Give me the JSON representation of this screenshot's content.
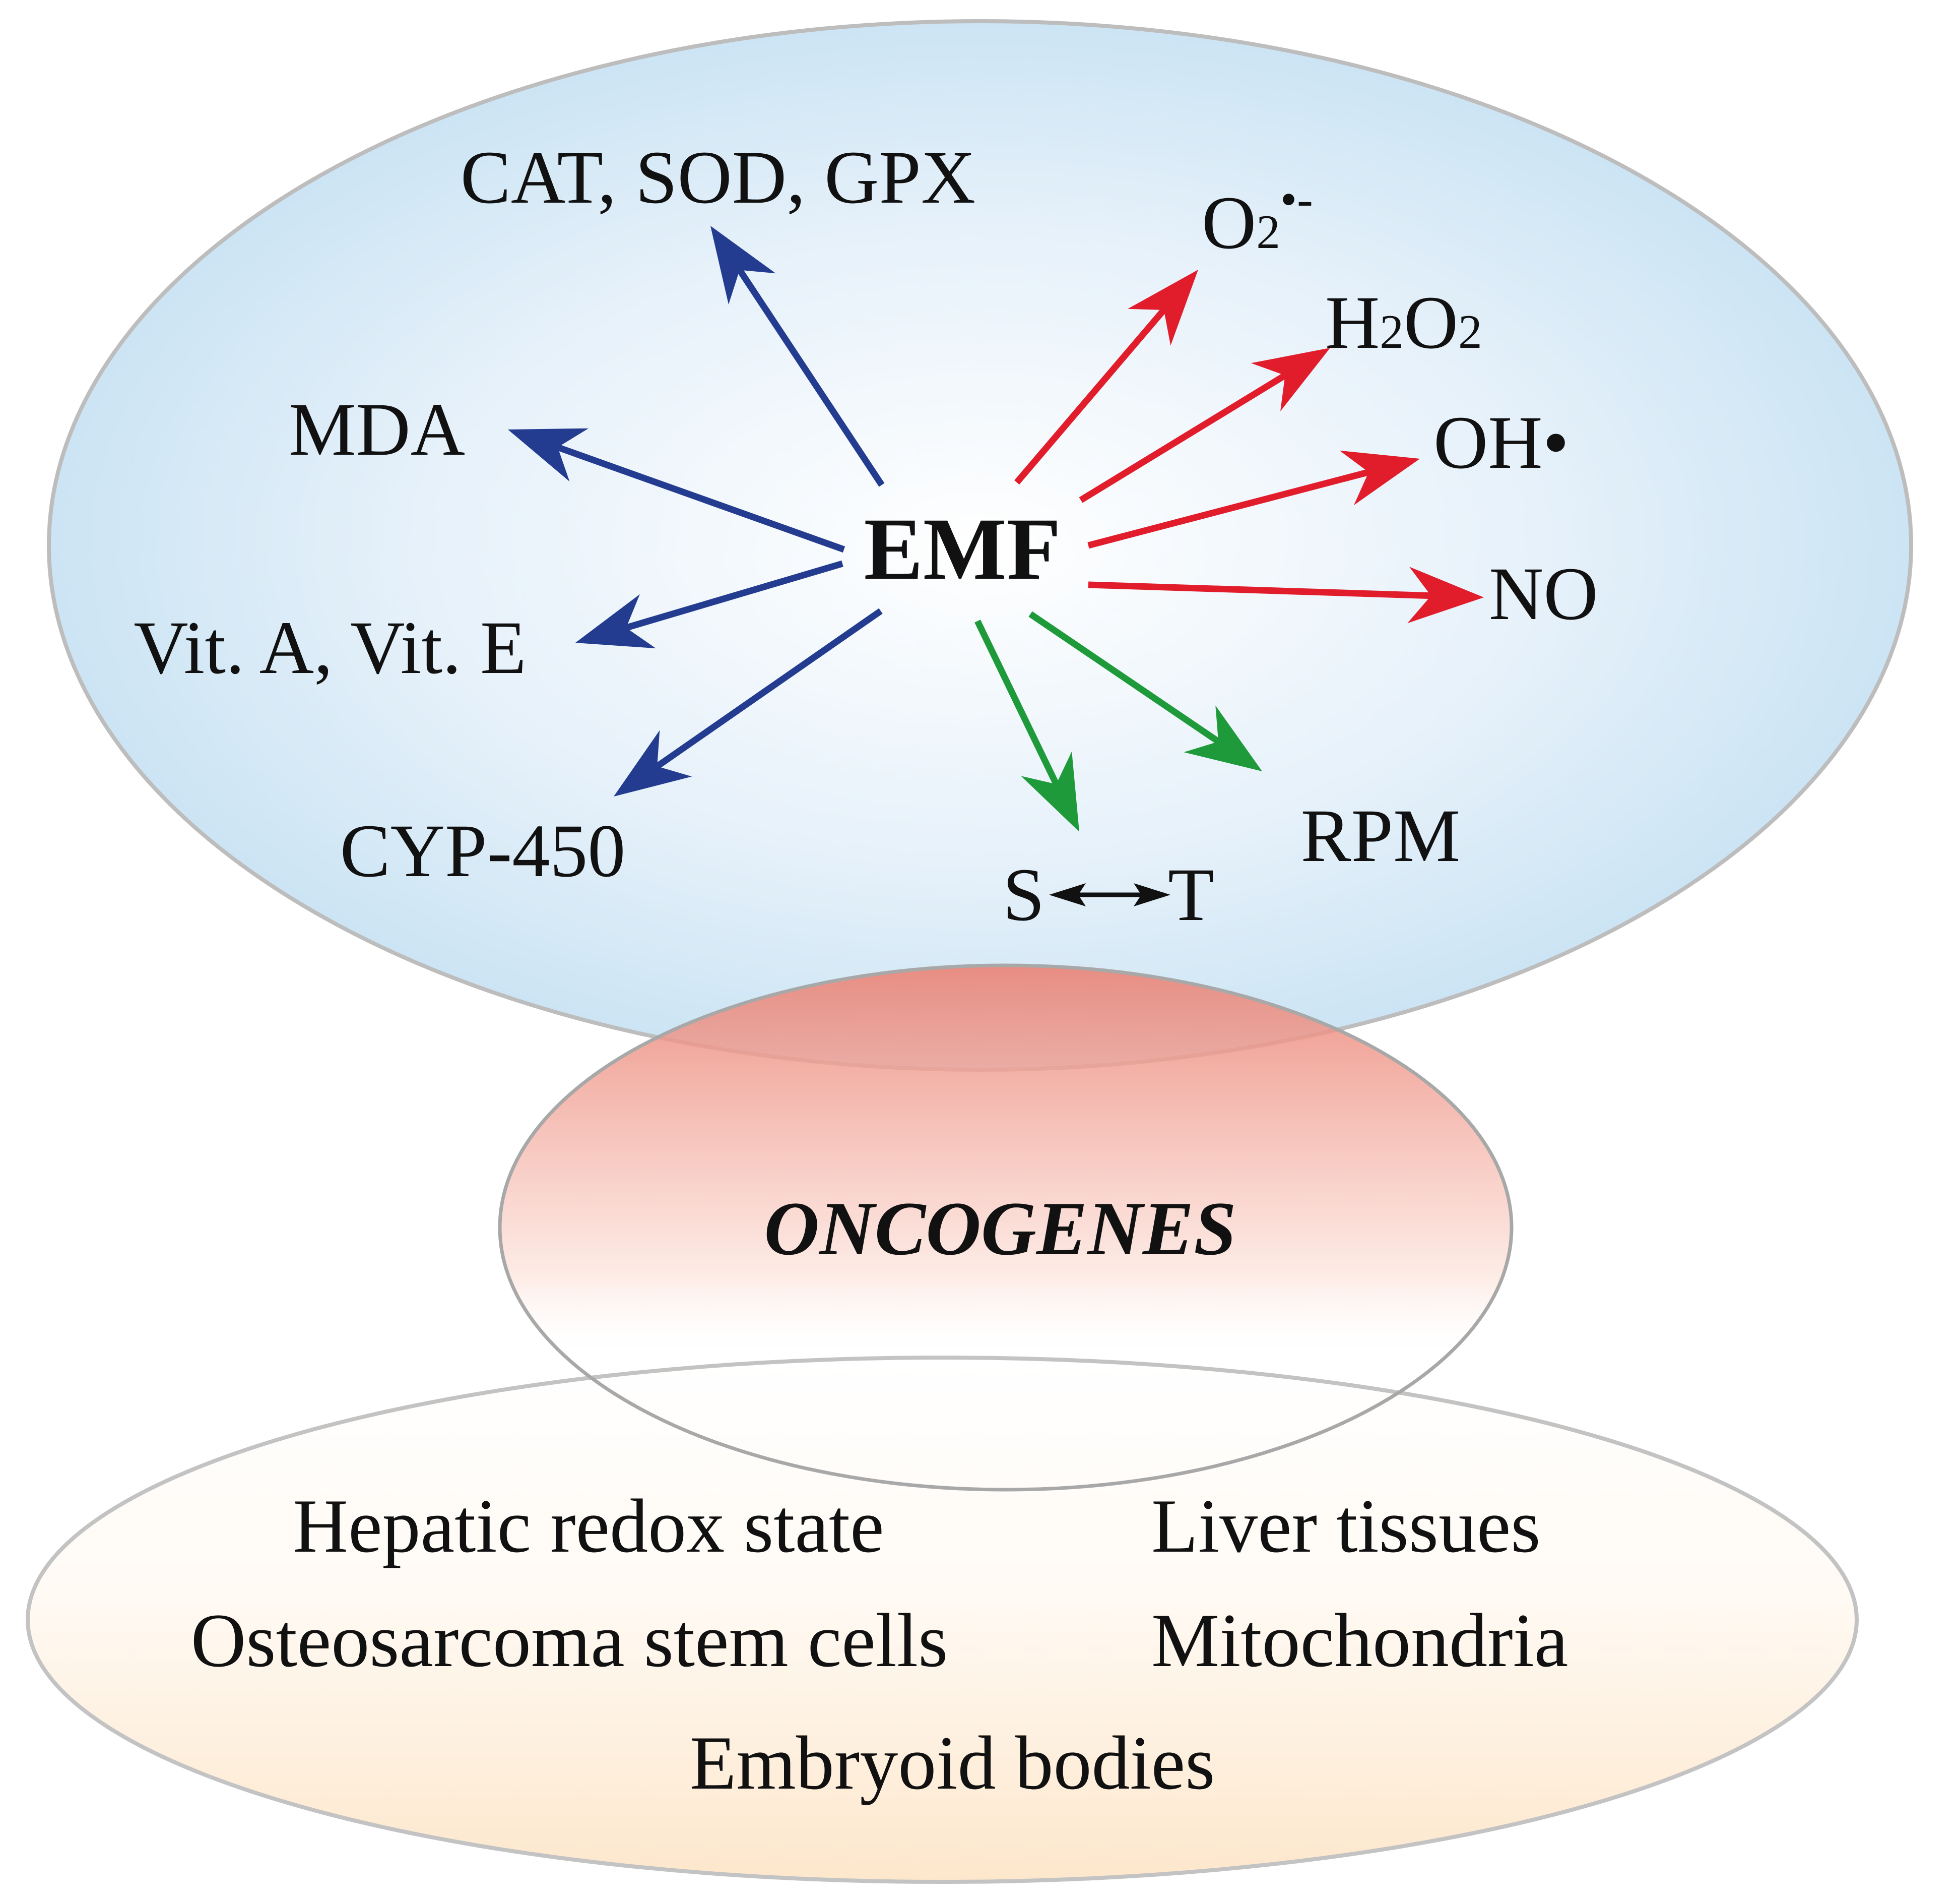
{
  "center": {
    "label": "EMF"
  },
  "colors": {
    "decrease": "#233c8f",
    "ros": "#e11d2c",
    "other": "#1e9a3a",
    "outline": "#bdbdbd"
  },
  "decreased": [
    "CAT, SOD, GPX",
    "MDA",
    "Vit. A, Vit. E",
    "CYP-450"
  ],
  "ros": {
    "superoxide": {
      "base": "O",
      "sub": "2",
      "sup": "•-"
    },
    "peroxide": {
      "p1": "H",
      "s1": "2",
      "p2": "O",
      "s2": "2"
    },
    "hydroxyl": "OH•",
    "nitric_oxide": "NO"
  },
  "other": {
    "rpm": "RPM",
    "st_left": "S",
    "st_right": "T"
  },
  "oncogenes": "ONCOGENES",
  "targets": [
    "Hepatic redox state",
    "Liver tissues",
    "Osteosarcoma stem cells",
    "Mitochondria",
    "Embryoid bodies"
  ]
}
